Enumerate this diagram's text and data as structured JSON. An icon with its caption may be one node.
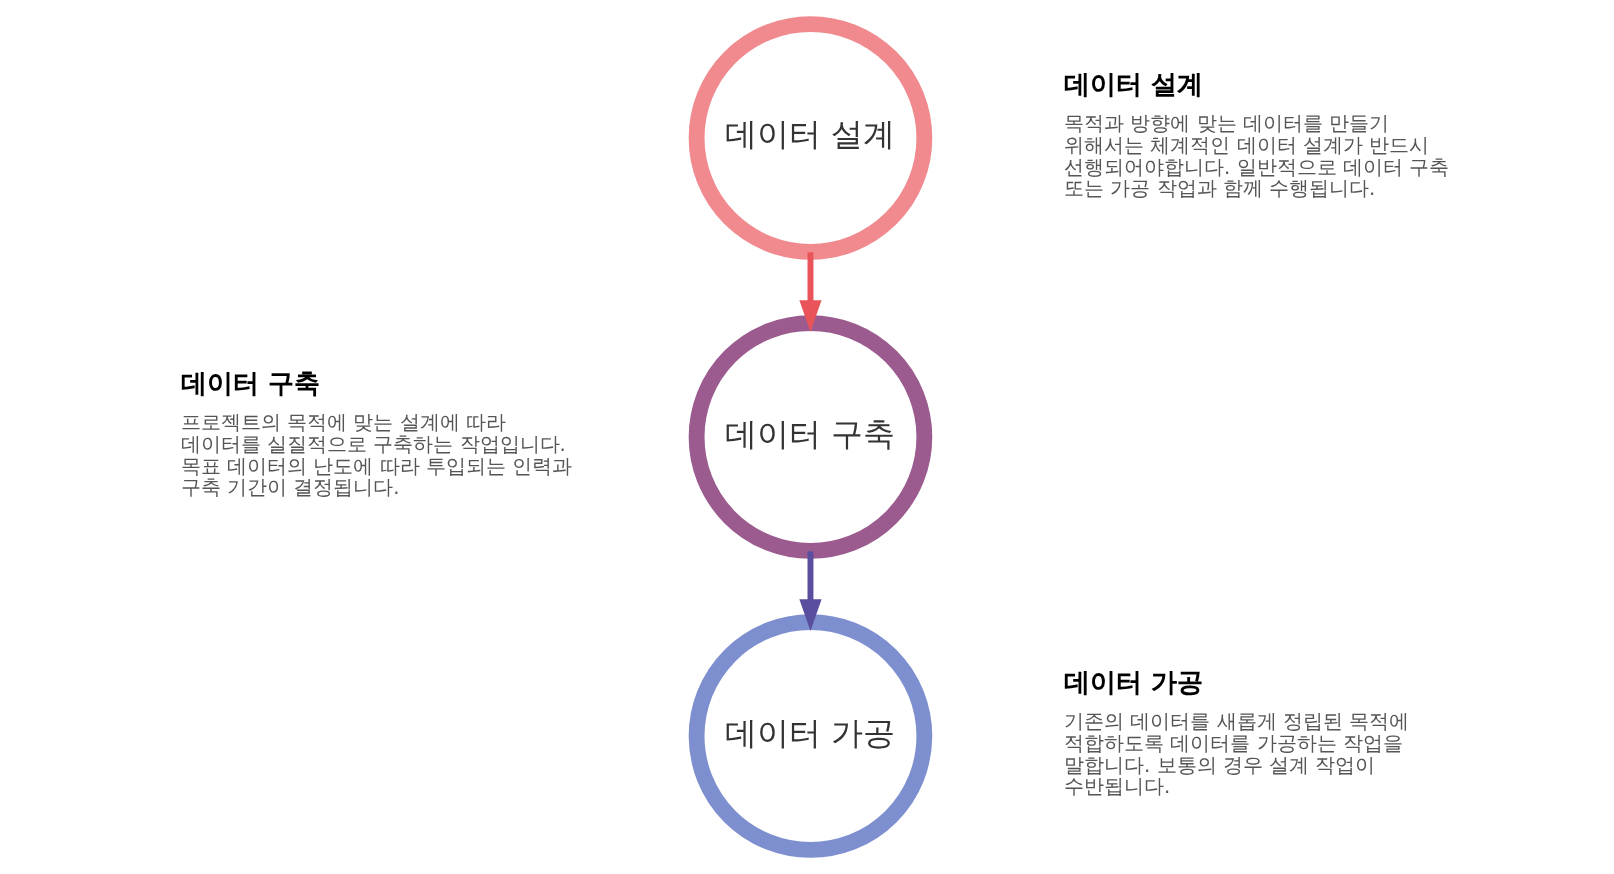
{
  "diagram": {
    "nodes": [
      {
        "text": [
          "데이터 설계"
        ]
      },
      {
        "text": [
          "데이터 구축"
        ]
      },
      {
        "text": [
          "데이터 가공"
        ]
      }
    ],
    "edges": [
      {
        "from": 0,
        "to": 1,
        "arrow": "to",
        "color": "#e8545a"
      },
      {
        "from": 1,
        "to": 2,
        "arrow": "to",
        "color": "#5a4f9e"
      }
    ],
    "labels": [
      "데이터 설계",
      "목적과 방향에 맞는 데이터를 만들기 위해서는 체계적인 데이터 설계가 반드시 선행되어야합니다. 일반적으로 데이터 구축 또는 가공 작업과 함께 수행됩니다.",
      "데이터 구축",
      "프로젝트의 목적에 맞는 설계에 따라 데이터를 실질적으로 구축하는 작업입니다. 목표 데이터의 난도에 따라 투입되는 인력과 구축 기간이 결정됩니다.",
      "데이터 가공",
      "기존의 데이터를 새롭게 정립된 목적에 적합하도록 데이터를 가공하는 작업을 말합니다. 보통의 경우 설계 작업이 수반됩니다."
    ]
  }
}
